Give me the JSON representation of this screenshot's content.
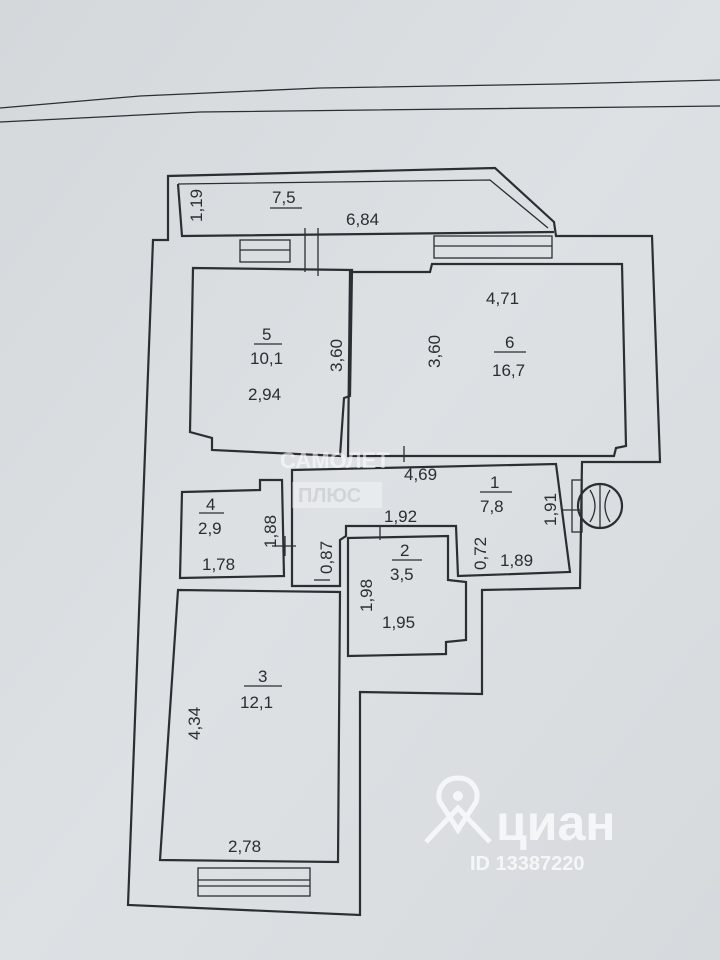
{
  "rooms": [
    {
      "number": "1",
      "area": "7,8"
    },
    {
      "number": "2",
      "area": "3,5"
    },
    {
      "number": "3",
      "area": "12,1"
    },
    {
      "number": "4",
      "area": "2,9"
    },
    {
      "number": "5",
      "area": "10,1"
    },
    {
      "number": "6",
      "area": "16,7"
    }
  ],
  "balcony": {
    "area": "7,5",
    "width": "6,84",
    "depth": "1,19"
  },
  "dimensions": {
    "room5_height": "3,60",
    "room5_width": "2,94",
    "room6_height": "3,60",
    "room6_width": "4,71",
    "room6_bottom": "4,69",
    "room1_height": "1,91",
    "room1_width": "1,89",
    "room1_step": "0,72",
    "room4_height": "1,88",
    "room4_width": "1,78",
    "corridor_width": "0,87",
    "room2_top": "1,92",
    "room2_height": "1,98",
    "room2_width": "1,95",
    "room3_height": "4,34",
    "room3_width": "2,78"
  },
  "watermarks": {
    "samolet": "САМОЛЕТ",
    "plus": "ПЛЮС",
    "cian": "циан",
    "cian_id": "ID 13387220"
  }
}
